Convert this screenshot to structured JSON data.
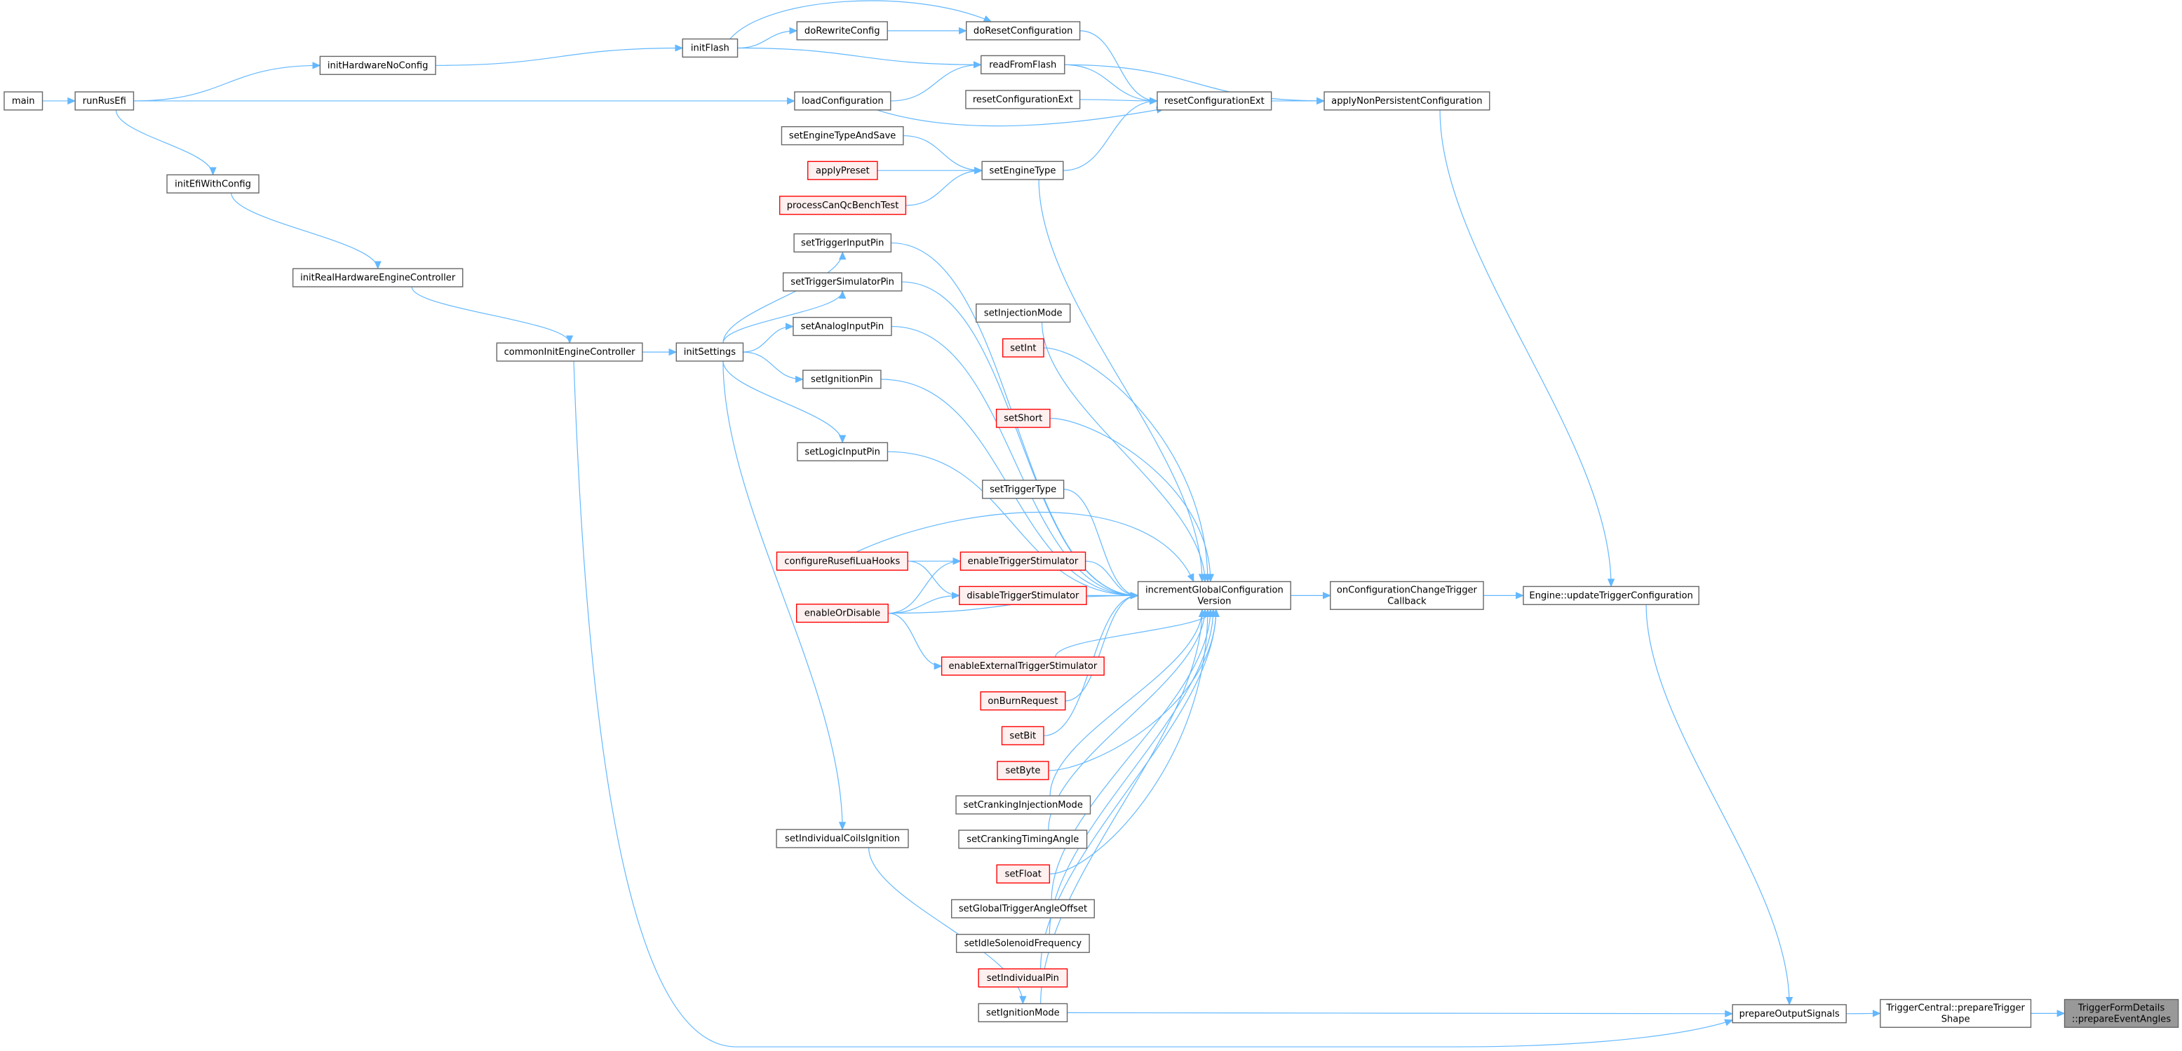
{
  "colors": {
    "edge": "#63b8ff",
    "node_border": "#666666",
    "external_border": "#ff0000",
    "external_fill": "#fff0f0",
    "root_fill": "#999999"
  },
  "nodes": [
    {
      "id": "main",
      "lines": [
        "main"
      ],
      "style": "normal"
    },
    {
      "id": "runRusEfi",
      "lines": [
        "runRusEfi"
      ],
      "style": "normal"
    },
    {
      "id": "initHardwareNoConfig",
      "lines": [
        "initHardwareNoConfig"
      ],
      "style": "normal"
    },
    {
      "id": "initFlash",
      "lines": [
        "initFlash"
      ],
      "style": "normal"
    },
    {
      "id": "doRewriteConfig",
      "lines": [
        "doRewriteConfig"
      ],
      "style": "normal"
    },
    {
      "id": "doResetConfiguration",
      "lines": [
        "doResetConfiguration"
      ],
      "style": "normal"
    },
    {
      "id": "readFromFlash",
      "lines": [
        "readFromFlash"
      ],
      "style": "normal"
    },
    {
      "id": "loadConfiguration",
      "lines": [
        "loadConfiguration"
      ],
      "style": "normal"
    },
    {
      "id": "resetConfigurationExt1",
      "lines": [
        "resetConfigurationExt"
      ],
      "style": "normal"
    },
    {
      "id": "resetConfigurationExt2",
      "lines": [
        "resetConfigurationExt"
      ],
      "style": "normal"
    },
    {
      "id": "applyNonPersistentConfiguration",
      "lines": [
        "applyNonPersistentConfiguration"
      ],
      "style": "normal"
    },
    {
      "id": "setEngineTypeAndSave",
      "lines": [
        "setEngineTypeAndSave"
      ],
      "style": "normal"
    },
    {
      "id": "applyPreset",
      "lines": [
        "applyPreset"
      ],
      "style": "red"
    },
    {
      "id": "setEngineType",
      "lines": [
        "setEngineType"
      ],
      "style": "normal"
    },
    {
      "id": "processCanQcBenchTest",
      "lines": [
        "processCanQcBenchTest"
      ],
      "style": "red"
    },
    {
      "id": "initEfiWithConfig",
      "lines": [
        "initEfiWithConfig"
      ],
      "style": "normal"
    },
    {
      "id": "initRealHardwareEngineController",
      "lines": [
        "initRealHardwareEngineController"
      ],
      "style": "normal"
    },
    {
      "id": "commonInitEngineController",
      "lines": [
        "commonInitEngineController"
      ],
      "style": "normal"
    },
    {
      "id": "initSettings",
      "lines": [
        "initSettings"
      ],
      "style": "normal"
    },
    {
      "id": "setTriggerInputPin",
      "lines": [
        "setTriggerInputPin"
      ],
      "style": "normal"
    },
    {
      "id": "setTriggerSimulatorPin",
      "lines": [
        "setTriggerSimulatorPin"
      ],
      "style": "normal"
    },
    {
      "id": "setAnalogInputPin",
      "lines": [
        "setAnalogInputPin"
      ],
      "style": "normal"
    },
    {
      "id": "setInjectionMode",
      "lines": [
        "setInjectionMode"
      ],
      "style": "normal"
    },
    {
      "id": "setInt",
      "lines": [
        "setInt"
      ],
      "style": "red"
    },
    {
      "id": "setIgnitionPin",
      "lines": [
        "setIgnitionPin"
      ],
      "style": "normal"
    },
    {
      "id": "setShort",
      "lines": [
        "setShort"
      ],
      "style": "red"
    },
    {
      "id": "setLogicInputPin",
      "lines": [
        "setLogicInputPin"
      ],
      "style": "normal"
    },
    {
      "id": "setTriggerType",
      "lines": [
        "setTriggerType"
      ],
      "style": "normal"
    },
    {
      "id": "configureRusefiLuaHooks",
      "lines": [
        "configureRusefiLuaHooks"
      ],
      "style": "red"
    },
    {
      "id": "enableTriggerStimulator",
      "lines": [
        "enableTriggerStimulator"
      ],
      "style": "red"
    },
    {
      "id": "disableTriggerStimulator",
      "lines": [
        "disableTriggerStimulator"
      ],
      "style": "red"
    },
    {
      "id": "enableOrDisable",
      "lines": [
        "enableOrDisable"
      ],
      "style": "red"
    },
    {
      "id": "incrementGlobalConfigurationVersion",
      "lines": [
        "incrementGlobalConfiguration",
        "Version"
      ],
      "style": "normal"
    },
    {
      "id": "onConfigurationChangeTriggerCallback",
      "lines": [
        "onConfigurationChangeTrigger",
        "Callback"
      ],
      "style": "normal"
    },
    {
      "id": "updateTriggerConfiguration",
      "lines": [
        "Engine::updateTriggerConfiguration"
      ],
      "style": "normal"
    },
    {
      "id": "enableExternalTriggerStimulator",
      "lines": [
        "enableExternalTriggerStimulator"
      ],
      "style": "red"
    },
    {
      "id": "onBurnRequest",
      "lines": [
        "onBurnRequest"
      ],
      "style": "red"
    },
    {
      "id": "setBit",
      "lines": [
        "setBit"
      ],
      "style": "red"
    },
    {
      "id": "setByte",
      "lines": [
        "setByte"
      ],
      "style": "red"
    },
    {
      "id": "setCrankingInjectionMode",
      "lines": [
        "setCrankingInjectionMode"
      ],
      "style": "normal"
    },
    {
      "id": "setIndividualCoilsIgnition",
      "lines": [
        "setIndividualCoilsIgnition"
      ],
      "style": "normal"
    },
    {
      "id": "setCrankingTimingAngle",
      "lines": [
        "setCrankingTimingAngle"
      ],
      "style": "normal"
    },
    {
      "id": "setFloat",
      "lines": [
        "setFloat"
      ],
      "style": "red"
    },
    {
      "id": "setGlobalTriggerAngleOffset",
      "lines": [
        "setGlobalTriggerAngleOffset"
      ],
      "style": "normal"
    },
    {
      "id": "setIdleSolenoidFrequency",
      "lines": [
        "setIdleSolenoidFrequency"
      ],
      "style": "normal"
    },
    {
      "id": "setIndividualPin",
      "lines": [
        "setIndividualPin"
      ],
      "style": "red"
    },
    {
      "id": "setIgnitionMode",
      "lines": [
        "setIgnitionMode"
      ],
      "style": "normal"
    },
    {
      "id": "prepareOutputSignals",
      "lines": [
        "prepareOutputSignals"
      ],
      "style": "normal"
    },
    {
      "id": "prepareTriggerShape",
      "lines": [
        "TriggerCentral::prepareTrigger",
        "Shape"
      ],
      "style": "normal"
    },
    {
      "id": "prepareEventAngles",
      "lines": [
        "TriggerFormDetails",
        "::prepareEventAngles"
      ],
      "style": "root"
    }
  ],
  "edges": [
    [
      "main",
      "runRusEfi"
    ],
    [
      "runRusEfi",
      "initHardwareNoConfig"
    ],
    [
      "runRusEfi",
      "loadConfiguration"
    ],
    [
      "runRusEfi",
      "initEfiWithConfig"
    ],
    [
      "initHardwareNoConfig",
      "initFlash"
    ],
    [
      "initFlash",
      "doRewriteConfig"
    ],
    [
      "initFlash",
      "doResetConfiguration"
    ],
    [
      "initFlash",
      "readFromFlash"
    ],
    [
      "doRewriteConfig",
      "doResetConfiguration"
    ],
    [
      "doResetConfiguration",
      "resetConfigurationExt2"
    ],
    [
      "readFromFlash",
      "resetConfigurationExt2"
    ],
    [
      "readFromFlash",
      "applyNonPersistentConfiguration"
    ],
    [
      "loadConfiguration",
      "readFromFlash"
    ],
    [
      "loadConfiguration",
      "resetConfigurationExt2"
    ],
    [
      "resetConfigurationExt1",
      "resetConfigurationExt2"
    ],
    [
      "setEngineType",
      "resetConfigurationExt2"
    ],
    [
      "resetConfigurationExt2",
      "applyNonPersistentConfiguration"
    ],
    [
      "setEngineTypeAndSave",
      "setEngineType"
    ],
    [
      "applyPreset",
      "setEngineType"
    ],
    [
      "processCanQcBenchTest",
      "setEngineType"
    ],
    [
      "initEfiWithConfig",
      "initRealHardwareEngineController"
    ],
    [
      "initRealHardwareEngineController",
      "commonInitEngineController"
    ],
    [
      "commonInitEngineController",
      "initSettings"
    ],
    [
      "commonInitEngineController",
      "prepareOutputSignals"
    ],
    [
      "initSettings",
      "setTriggerInputPin"
    ],
    [
      "initSettings",
      "setTriggerSimulatorPin"
    ],
    [
      "initSettings",
      "setAnalogInputPin"
    ],
    [
      "initSettings",
      "setIgnitionPin"
    ],
    [
      "initSettings",
      "setLogicInputPin"
    ],
    [
      "initSettings",
      "setIndividualCoilsIgnition"
    ],
    [
      "setIndividualCoilsIgnition",
      "setIgnitionMode"
    ],
    [
      "setEngineType",
      "incrementGlobalConfigurationVersion"
    ],
    [
      "setTriggerInputPin",
      "incrementGlobalConfigurationVersion"
    ],
    [
      "setTriggerSimulatorPin",
      "incrementGlobalConfigurationVersion"
    ],
    [
      "setAnalogInputPin",
      "incrementGlobalConfigurationVersion"
    ],
    [
      "setInjectionMode",
      "incrementGlobalConfigurationVersion"
    ],
    [
      "setInt",
      "incrementGlobalConfigurationVersion"
    ],
    [
      "setIgnitionPin",
      "incrementGlobalConfigurationVersion"
    ],
    [
      "setShort",
      "incrementGlobalConfigurationVersion"
    ],
    [
      "setLogicInputPin",
      "incrementGlobalConfigurationVersion"
    ],
    [
      "setTriggerType",
      "incrementGlobalConfigurationVersion"
    ],
    [
      "configureRusefiLuaHooks",
      "incrementGlobalConfigurationVersion"
    ],
    [
      "enableTriggerStimulator",
      "incrementGlobalConfigurationVersion"
    ],
    [
      "disableTriggerStimulator",
      "incrementGlobalConfigurationVersion"
    ],
    [
      "enableOrDisable",
      "incrementGlobalConfigurationVersion"
    ],
    [
      "enableExternalTriggerStimulator",
      "incrementGlobalConfigurationVersion"
    ],
    [
      "onBurnRequest",
      "incrementGlobalConfigurationVersion"
    ],
    [
      "setBit",
      "incrementGlobalConfigurationVersion"
    ],
    [
      "setByte",
      "incrementGlobalConfigurationVersion"
    ],
    [
      "setCrankingInjectionMode",
      "incrementGlobalConfigurationVersion"
    ],
    [
      "setCrankingTimingAngle",
      "incrementGlobalConfigurationVersion"
    ],
    [
      "setFloat",
      "incrementGlobalConfigurationVersion"
    ],
    [
      "setGlobalTriggerAngleOffset",
      "incrementGlobalConfigurationVersion"
    ],
    [
      "setIdleSolenoidFrequency",
      "incrementGlobalConfigurationVersion"
    ],
    [
      "setIndividualPin",
      "incrementGlobalConfigurationVersion"
    ],
    [
      "setIgnitionMode",
      "incrementGlobalConfigurationVersion"
    ],
    [
      "configureRusefiLuaHooks",
      "enableTriggerStimulator"
    ],
    [
      "configureRusefiLuaHooks",
      "disableTriggerStimulator"
    ],
    [
      "enableOrDisable",
      "enableTriggerStimulator"
    ],
    [
      "enableOrDisable",
      "disableTriggerStimulator"
    ],
    [
      "enableOrDisable",
      "enableExternalTriggerStimulator"
    ],
    [
      "incrementGlobalConfigurationVersion",
      "onConfigurationChangeTriggerCallback"
    ],
    [
      "onConfigurationChangeTriggerCallback",
      "updateTriggerConfiguration"
    ],
    [
      "applyNonPersistentConfiguration",
      "updateTriggerConfiguration"
    ],
    [
      "updateTriggerConfiguration",
      "prepareOutputSignals"
    ],
    [
      "setIgnitionMode",
      "prepareOutputSignals"
    ],
    [
      "prepareOutputSignals",
      "prepareTriggerShape"
    ],
    [
      "prepareTriggerShape",
      "prepareEventAngles"
    ]
  ]
}
